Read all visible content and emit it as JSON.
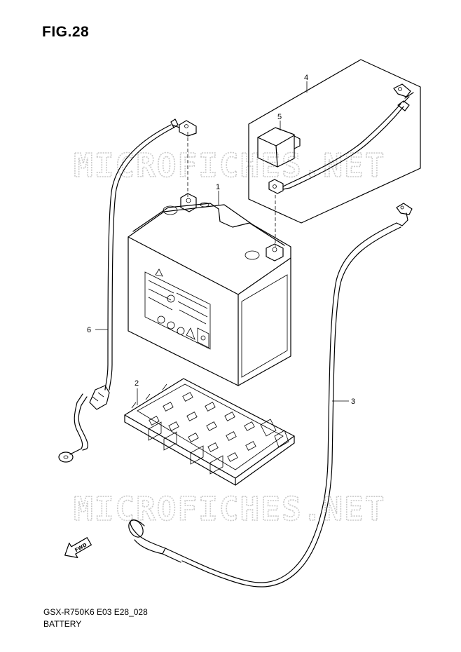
{
  "figure": {
    "title": "FIG.28",
    "model_code": "GSX-R750K6 E03 E28_028",
    "section_name": "BATTERY"
  },
  "watermark": {
    "text": "MICROFICHES.NET",
    "color": "#c9c9c9"
  },
  "callouts": [
    "1",
    "2",
    "3",
    "4",
    "5",
    "6"
  ],
  "direction_marker": {
    "label": "FWD",
    "icon": "forward-arrow-icon"
  }
}
